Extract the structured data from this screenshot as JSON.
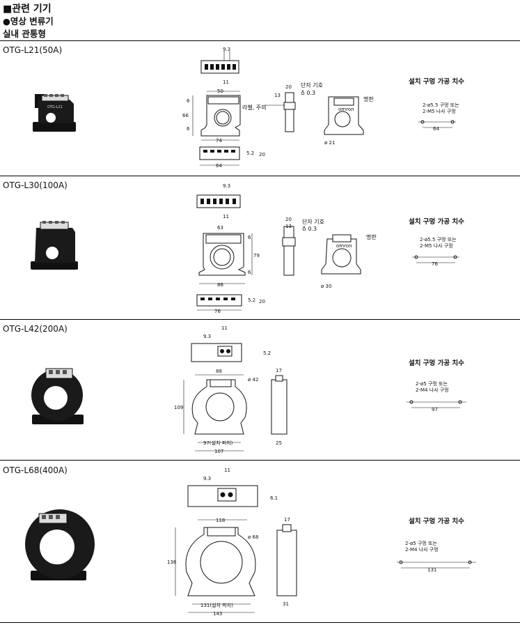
{
  "header": {
    "title": "■관련 기기",
    "subtitle": "●영상 변류기",
    "section": "실내 관통형"
  },
  "labels": {
    "mounting": "설치 구멍 가공 치수",
    "label_note": "라벨, 주의",
    "terminal_symbol": "단자 기호",
    "terminal_code": "♁ 0.3",
    "nameplate": "명판",
    "omron": "omron"
  },
  "models": [
    {
      "name": "OTG-L21(50A)",
      "dims": {
        "pitch": "9.3",
        "top_w": "11",
        "w1": "50",
        "h_total": "66",
        "h_top": "6",
        "h_bot": "6",
        "base": "74",
        "side_w": "20",
        "side_t": "13",
        "hole": "ø 21",
        "bottom_w": "64",
        "bottom_h": "20",
        "bottom_t": "5.2"
      },
      "mount": {
        "hole_spec": "2-ø5.5 구멍 또는",
        "screw_spec": "2-M5 나사 구멍",
        "pitch": "64"
      }
    },
    {
      "name": "OTG-L30(100A)",
      "dims": {
        "pitch": "9.3",
        "top_w": "11",
        "w1": "63",
        "h_total": "79",
        "h_top": "6",
        "h_bot": "6",
        "base": "86",
        "side_w": "20",
        "side_t": "13",
        "hole": "ø 30",
        "bottom_w": "76",
        "bottom_h": "20",
        "bottom_t": "5.2"
      },
      "mount": {
        "hole_spec": "2-ø5.5 구멍 또는",
        "screw_spec": "2-M5 나사 구멍",
        "pitch": "76"
      }
    },
    {
      "name": "OTG-L42(200A)",
      "dims": {
        "pitch": "9.3",
        "top_w": "11",
        "w1": "88",
        "h_total": "109",
        "hole": "ø 42",
        "mount_pitch": "97(설치 피치)",
        "base": "107",
        "side_top": "17",
        "side_w": "25",
        "side_t": "5.2"
      },
      "mount": {
        "hole_spec": "2-ø5 구멍 또는",
        "screw_spec": "2-M4 나사 구멍",
        "pitch": "97"
      }
    },
    {
      "name": "OTG-L68(400A)",
      "dims": {
        "pitch": "9.3",
        "top_w": "11",
        "w1": "118",
        "h_total": "136",
        "hole": "ø 68",
        "mount_pitch": "131(설치 피치)",
        "base": "143",
        "side_top": "17",
        "side_w": "31",
        "side_t": "6.1"
      },
      "mount": {
        "hole_spec": "2-ø5 구멍 또는",
        "screw_spec": "2-M4 나사 구멍",
        "pitch": "131"
      }
    }
  ]
}
